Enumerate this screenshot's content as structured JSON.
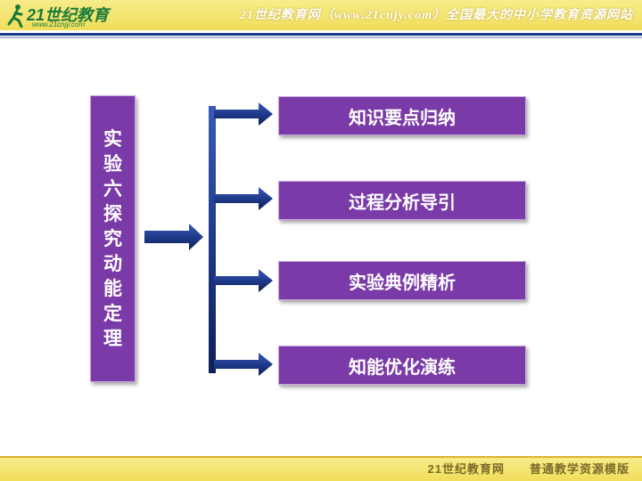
{
  "header": {
    "logo_text": "21世纪教育",
    "logo_sub": "www.21cnjy.com",
    "site_text": "21世纪教育网（www.21cnjy.com）全国最大的中小学教育资源网站"
  },
  "title_chars": [
    "实",
    "验",
    "六",
    "探",
    "究",
    "动",
    "能",
    "定",
    "理"
  ],
  "items": [
    "知识要点归纳",
    "过程分析导引",
    "实验典例精析",
    "知能优化演练"
  ],
  "footer": {
    "text": "21世纪教育网　　普通教学资源模版"
  },
  "colors": {
    "box": "#7a3aa8",
    "arrow": "#1e3a8a",
    "header": "#f4e46c"
  }
}
